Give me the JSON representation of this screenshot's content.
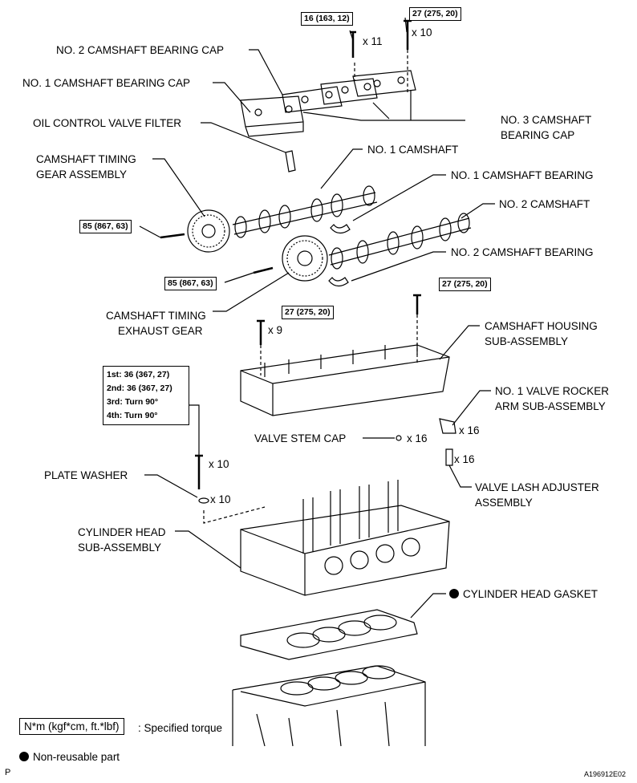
{
  "labels": {
    "cap2": "NO. 2 CAMSHAFT BEARING CAP",
    "cap1": "NO. 1 CAMSHAFT BEARING CAP",
    "cap3_line1": "NO. 3 CAMSHAFT",
    "cap3_line2": "BEARING CAP",
    "ocv_filter": "OIL CONTROL VALVE FILTER",
    "timing_gear_line1": "CAMSHAFT TIMING",
    "timing_gear_line2": "GEAR ASSEMBLY",
    "camshaft1": "NO. 1 CAMSHAFT",
    "cam_bearing1": "NO. 1 CAMSHAFT BEARING",
    "camshaft2": "NO. 2 CAMSHAFT",
    "cam_bearing2": "NO. 2 CAMSHAFT BEARING",
    "exhaust_gear_line1": "CAMSHAFT TIMING",
    "exhaust_gear_line2": "EXHAUST GEAR",
    "housing_line1": "CAMSHAFT HOUSING",
    "housing_line2": "SUB-ASSEMBLY",
    "rocker_line1": "NO. 1 VALVE ROCKER",
    "rocker_line2": "ARM SUB-ASSEMBLY",
    "valve_stem_cap": "VALVE STEM CAP",
    "lash_line1": "VALVE LASH ADJUSTER",
    "lash_line2": "ASSEMBLY",
    "plate_washer": "PLATE WASHER",
    "cyl_head_line1": "CYLINDER HEAD",
    "cyl_head_line2": "SUB-ASSEMBLY",
    "gasket": "CYLINDER HEAD GASKET"
  },
  "torques": {
    "t16": "16 (163, 12)",
    "t27_top": "27 (275, 20)",
    "t85_a": "85 (867, 63)",
    "t85_b": "85 (867, 63)",
    "t27_mid": "27 (275, 20)",
    "t27_right": "27 (275, 20)"
  },
  "quantities": {
    "q11": "x 11",
    "q10_top": "x 10",
    "q9": "x 9",
    "q16_cap": "x 16",
    "q16_rocker": "x 16",
    "q16_lash": "x 16",
    "q10_bolt": "x 10",
    "q10_washer": "x 10"
  },
  "head_bolt_sequence": [
    "1st: 36 (367, 27)",
    "2nd: 36 (367, 27)",
    "3rd: Turn 90°",
    "4th: Turn 90°"
  ],
  "legend": {
    "torque_box": "N*m (kgf*cm, ft.*lbf)",
    "torque_text": ": Specified torque",
    "non_reusable": "Non-reusable part"
  },
  "footer": {
    "left_mark": "P",
    "figure_id": "A196912E02"
  }
}
